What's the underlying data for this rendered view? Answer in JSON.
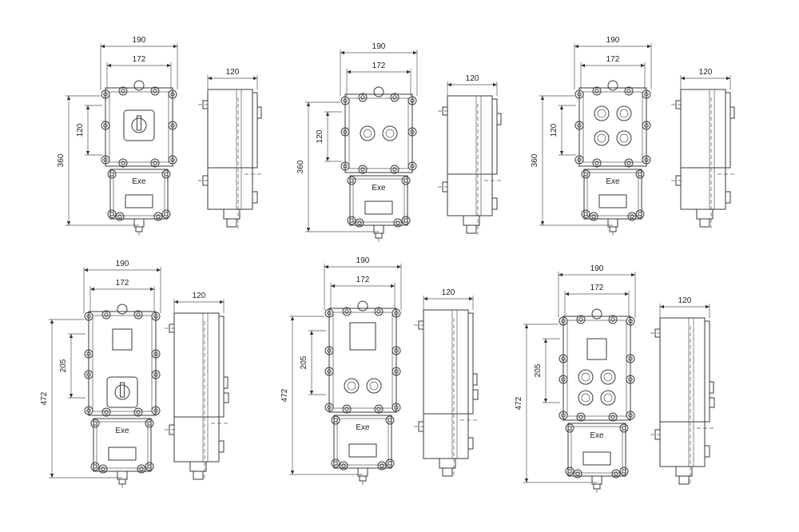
{
  "diagrams": [
    {
      "width_outer": "190",
      "width_inner": "172",
      "side_depth": "120",
      "height_total": "360",
      "height_mount": "120",
      "label": "Exe",
      "front": "selector"
    },
    {
      "width_outer": "190",
      "width_inner": "172",
      "side_depth": "120",
      "height_total": "360",
      "height_mount": "120",
      "label": "Exe",
      "front": "two-buttons"
    },
    {
      "width_outer": "190",
      "width_inner": "172",
      "side_depth": "120",
      "height_total": "360",
      "height_mount": "120",
      "label": "Exe",
      "front": "four-buttons"
    },
    {
      "width_outer": "190",
      "width_inner": "172",
      "side_depth": "120",
      "height_total": "472",
      "height_mount": "205",
      "label": "Exe",
      "front": "window-selector"
    },
    {
      "width_outer": "190",
      "width_inner": "172",
      "side_depth": "120",
      "height_total": "472",
      "height_mount": "205",
      "label": "Exe",
      "front": "window-two-buttons"
    },
    {
      "width_outer": "190",
      "width_inner": "172",
      "side_depth": "120",
      "height_total": "472",
      "height_mount": "205",
      "label": "Exe",
      "front": "window-four-buttons"
    }
  ]
}
